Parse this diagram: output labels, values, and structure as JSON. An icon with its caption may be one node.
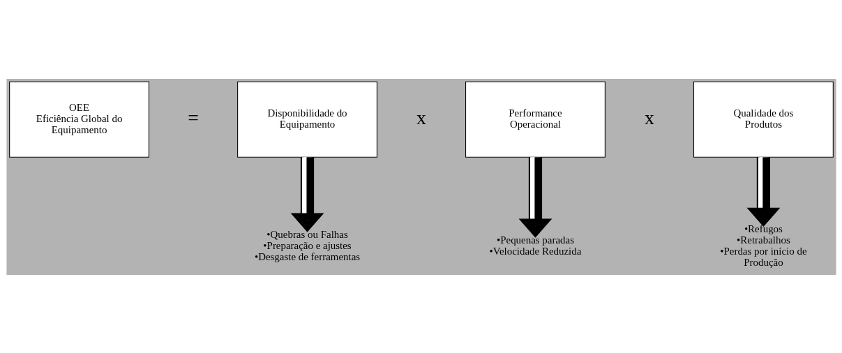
{
  "diagram": {
    "nodes": [
      {
        "text": [
          "OEE",
          "Eficiência Global do Equipamento"
        ]
      },
      {
        "text": [
          "Disponibilidade do Equipamento"
        ]
      },
      {
        "text": [
          "Performance Operacional"
        ]
      },
      {
        "text": [
          "Qualidade dos Produtos"
        ]
      },
      {
        "text": [
          "•Quebras ou Falhas",
          "•Preparação e ajustes",
          "•Desgaste de ferramentas"
        ]
      },
      {
        "text": [
          "•Pequenas paradas",
          "•Velocidade Reduzida"
        ]
      },
      {
        "text": [
          "•Refugos",
          "•Retrabalhos",
          "•Perdas por início de Produção"
        ]
      }
    ],
    "edges": [
      {
        "from": 1,
        "to": 4,
        "arrow": "to"
      },
      {
        "from": 2,
        "to": 5,
        "arrow": "to"
      },
      {
        "from": 3,
        "to": 6,
        "arrow": "to"
      }
    ],
    "labels": [
      "=",
      "x",
      "x"
    ]
  }
}
